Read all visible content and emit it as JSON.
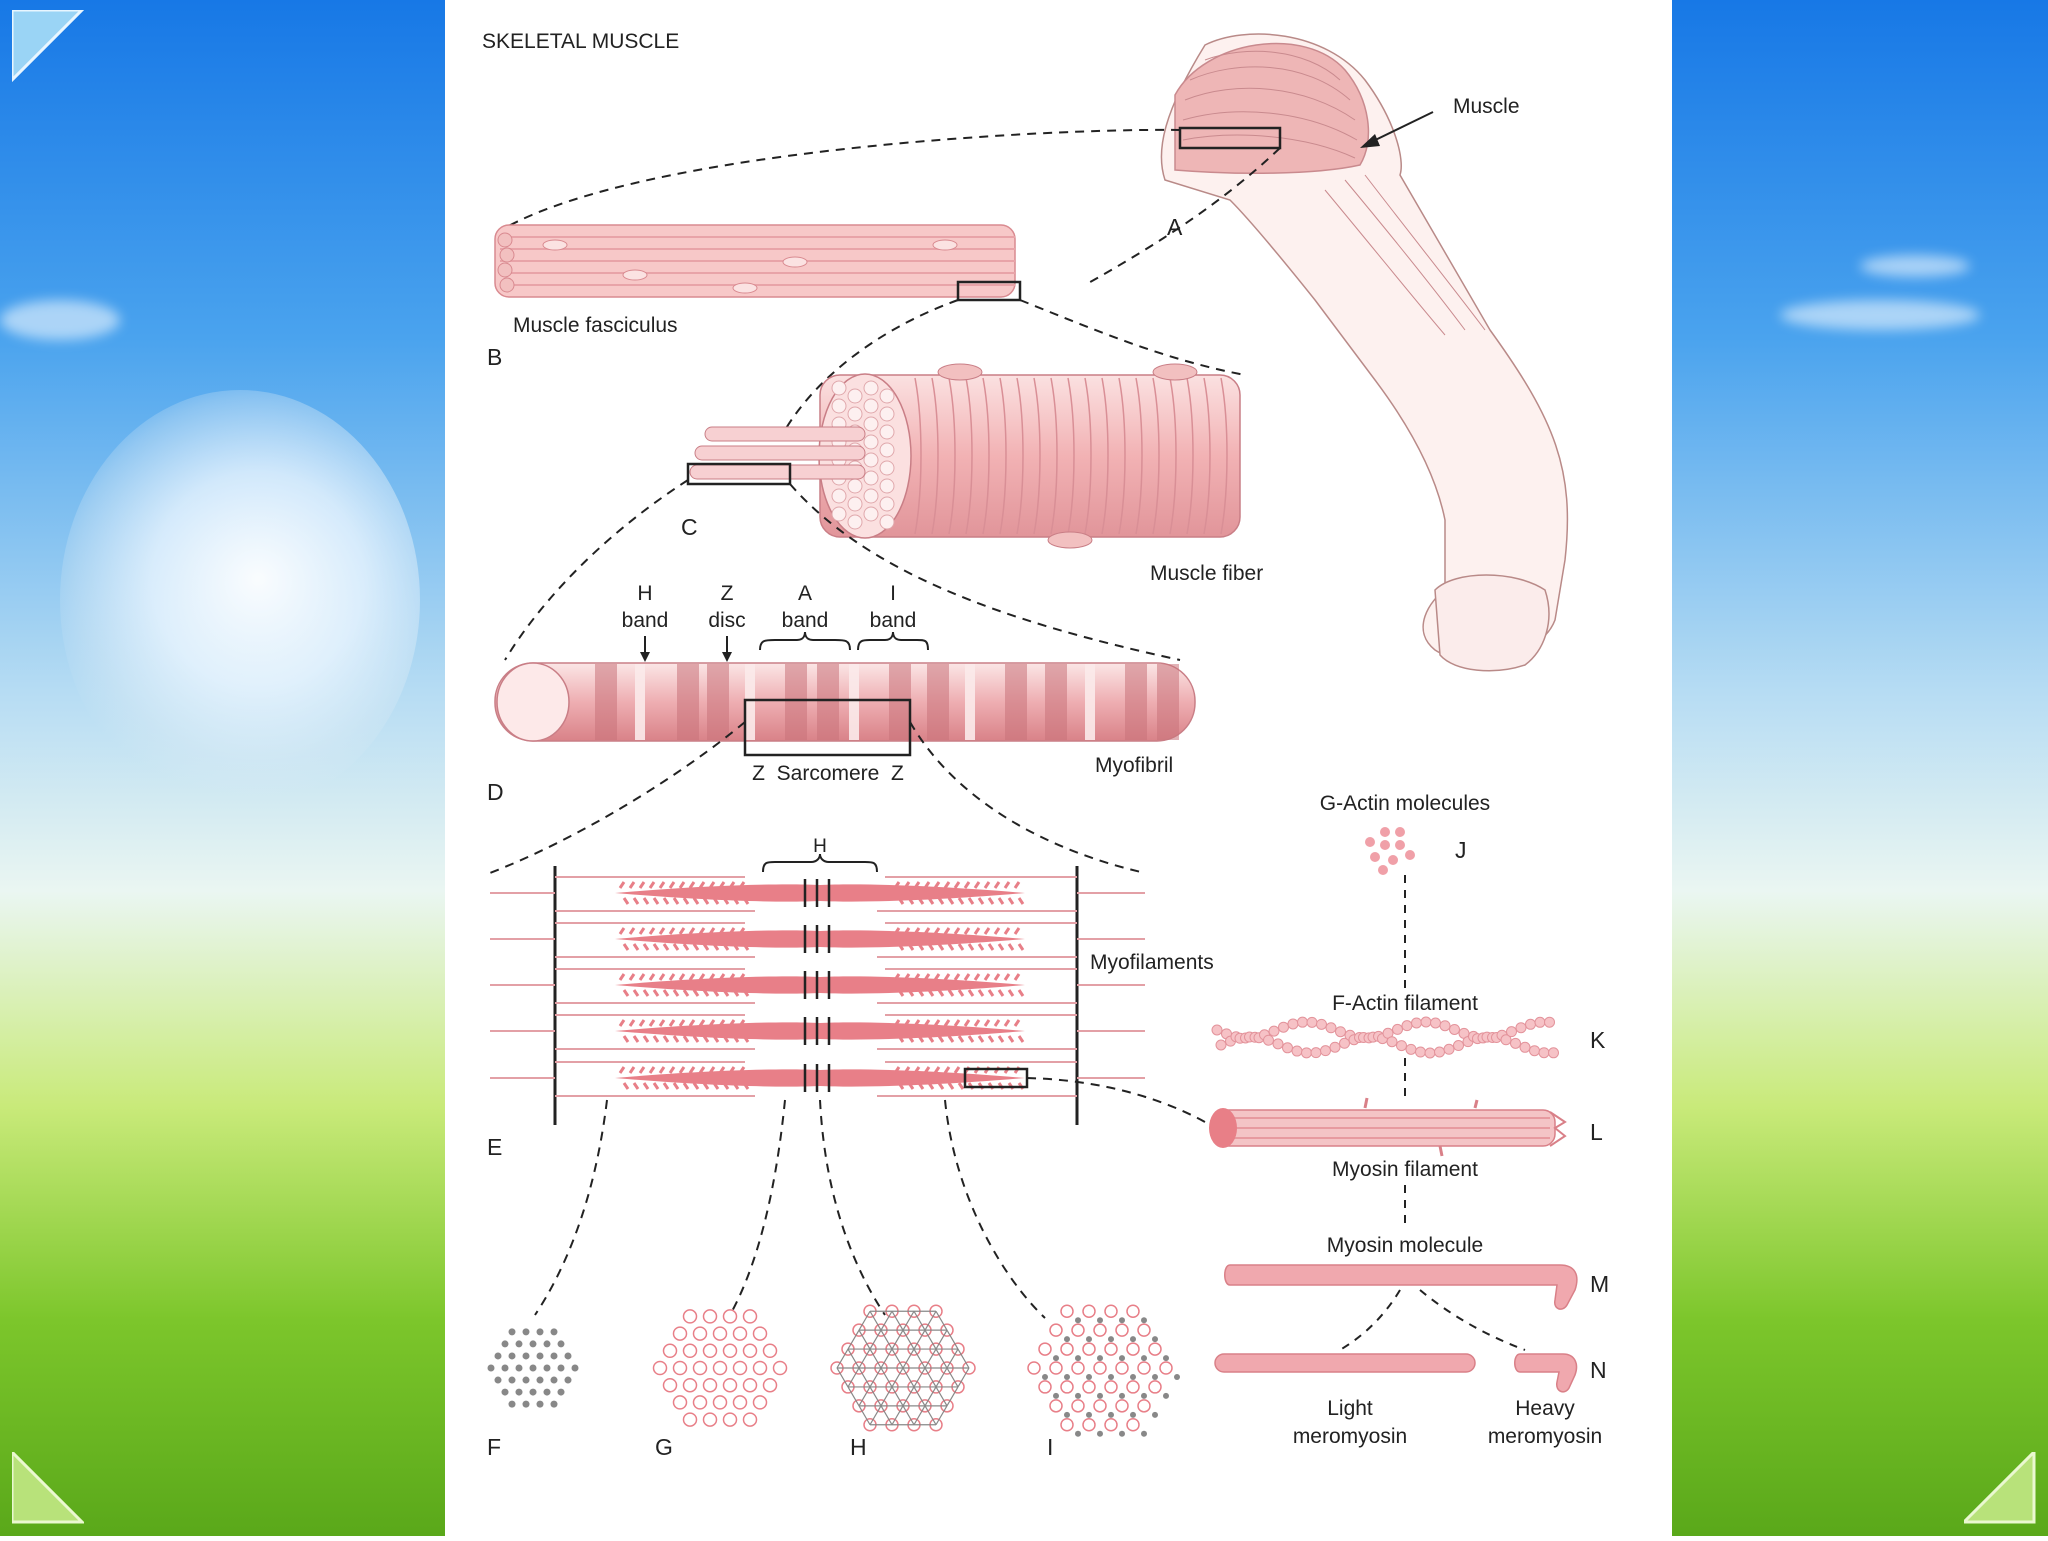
{
  "title": "SKELETAL MUSCLE",
  "labels": {
    "muscle": "Muscle",
    "a": "A",
    "muscle_fasciculus": "Muscle fasciculus",
    "b": "B",
    "c": "C",
    "muscle_fiber": "Muscle fiber",
    "h_band_1": "H",
    "h_band_2": "band",
    "z_disc_1": "Z",
    "z_disc_2": "disc",
    "a_band_1": "A",
    "a_band_2": "band",
    "i_band_1": "I",
    "i_band_2": "band",
    "d": "D",
    "myofibril": "Myofibril",
    "sarcomere": "Z  Sarcomere  Z",
    "e": "E",
    "h_top": "H",
    "myofilaments": "Myofilaments",
    "g_actin": "G-Actin molecules",
    "j": "J",
    "f_actin": "F-Actin filament",
    "k": "K",
    "l": "L",
    "myosin_filament": "Myosin filament",
    "myosin_molecule": "Myosin molecule",
    "m": "M",
    "n": "N",
    "light_1": "Light",
    "light_2": "meromyosin",
    "heavy_1": "Heavy",
    "heavy_2": "meromyosin",
    "f": "F",
    "g": "G",
    "h": "H",
    "i": "I"
  },
  "colors": {
    "muscle_pink": "#f2b8b8",
    "muscle_dark": "#d9707a",
    "filament": "#e88890",
    "line": "#222222"
  }
}
